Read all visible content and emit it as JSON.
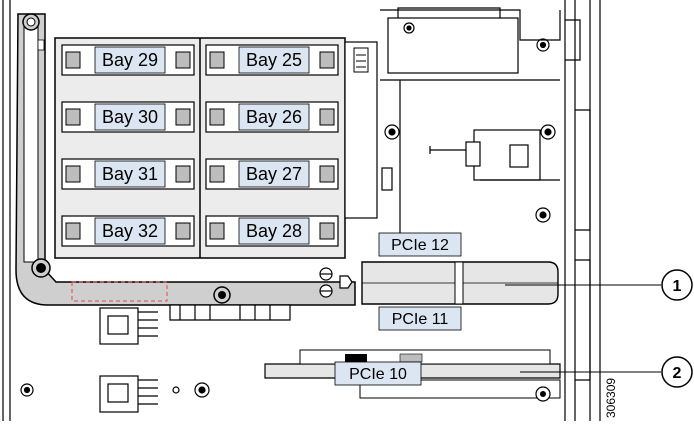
{
  "bays": [
    {
      "label": "Bay 29"
    },
    {
      "label": "Bay 25"
    },
    {
      "label": "Bay 30"
    },
    {
      "label": "Bay 26"
    },
    {
      "label": "Bay 31"
    },
    {
      "label": "Bay 27"
    },
    {
      "label": "Bay 32"
    },
    {
      "label": "Bay 28"
    }
  ],
  "pcie_slots": [
    {
      "label": "PCIe 12"
    },
    {
      "label": "PCIe 11"
    },
    {
      "label": "PCIe 10"
    }
  ],
  "callouts": [
    {
      "number": "1"
    },
    {
      "number": "2"
    }
  ],
  "figure_id": "306309",
  "colors": {
    "label_fill": "#dce6f2",
    "line": "#000000",
    "shade": "#cfcfcf",
    "dashed": "#e34a4a"
  }
}
